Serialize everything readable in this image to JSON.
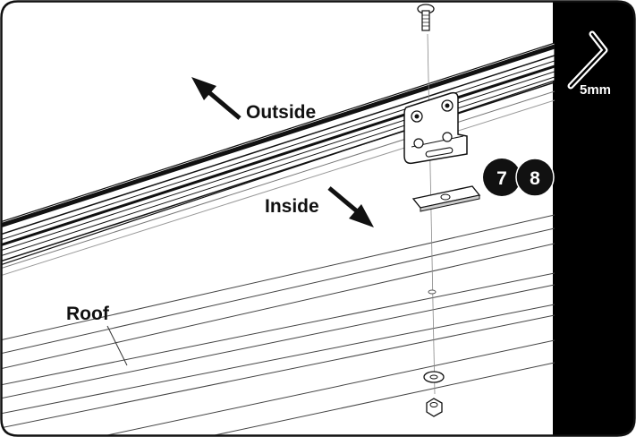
{
  "labels": {
    "outside": "Outside",
    "inside": "Inside",
    "roof": "Roof"
  },
  "tool": {
    "size": "5mm",
    "icon": "hex-key-icon"
  },
  "steps": [
    "7",
    "8"
  ],
  "colors": {
    "ink": "#111111",
    "panel": "#000000",
    "badge": "#111111",
    "background": "#ffffff"
  }
}
